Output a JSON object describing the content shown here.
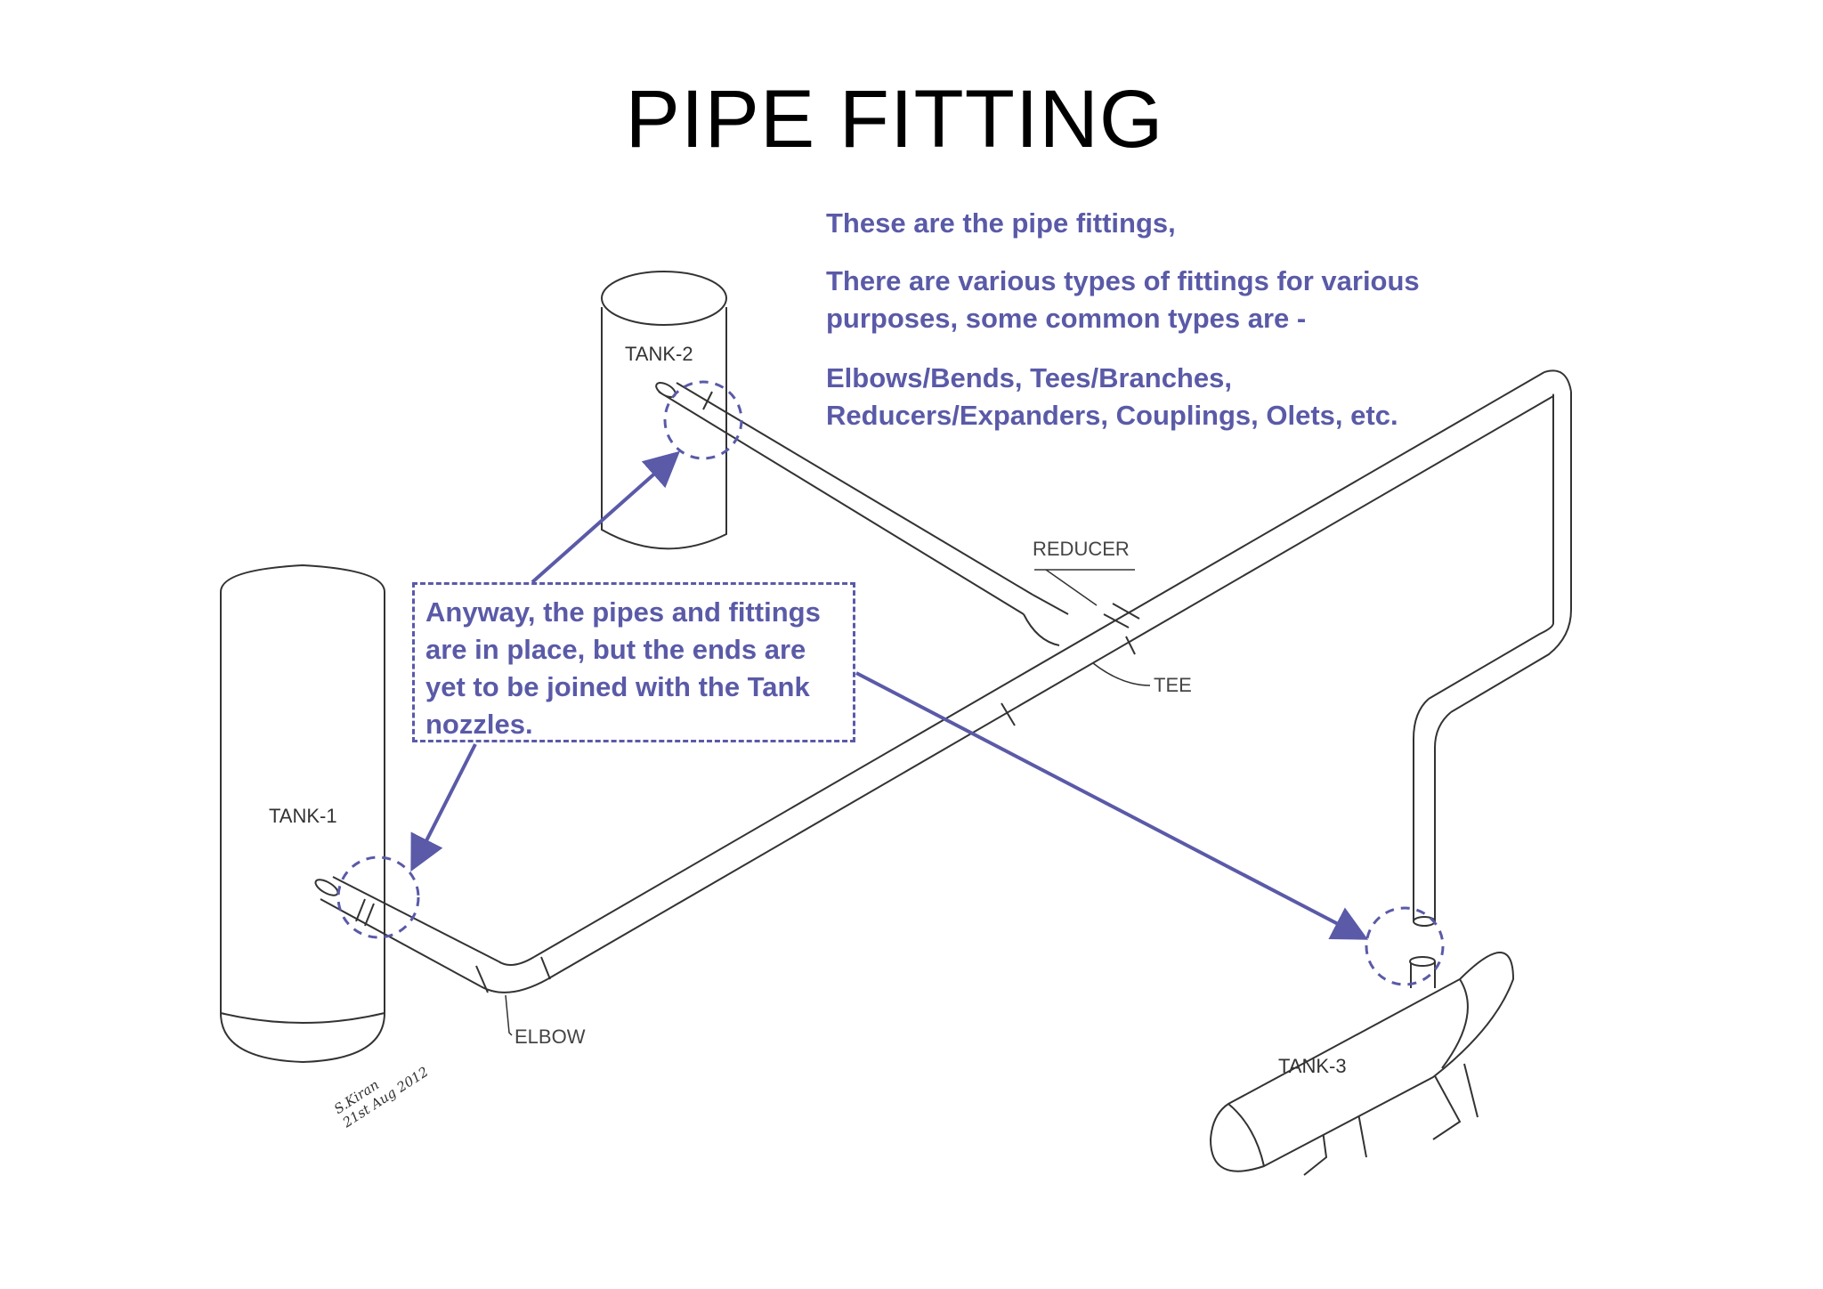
{
  "title": "PIPE FITTING",
  "info": {
    "line1": "These are the pipe fittings,",
    "line2": "There are various types of fittings for various purposes, some common types are -",
    "line3": "Elbows/Bends, Tees/Branches, Reducers/Expanders, Couplings, Olets, etc."
  },
  "callout": "Anyway, the pipes and fittings are in place, but the ends are yet to be joined with the Tank nozzles.",
  "tanks": {
    "tank1": "TANK-1",
    "tank2": "TANK-2",
    "tank3": "TANK-3"
  },
  "fittings": {
    "reducer": "REDUCER",
    "tee": "TEE",
    "elbow": "ELBOW"
  },
  "signature": "S.Kiran\n21st Aug 2012",
  "colors": {
    "accent": "#5a5aa8",
    "line": "#333333",
    "background": "#ffffff"
  }
}
